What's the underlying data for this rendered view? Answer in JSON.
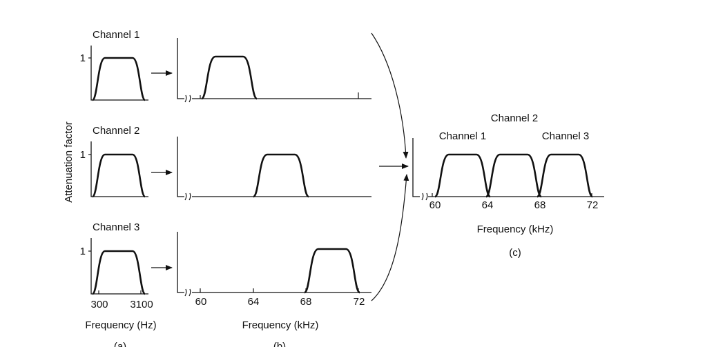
{
  "colors": {
    "ink": "#111111",
    "background": "#ffffff"
  },
  "y_axis_label": "Attenuation factor",
  "unit_level": "1",
  "panel_a": {
    "channels": [
      "Channel 1",
      "Channel 2",
      "Channel 3"
    ],
    "tick_low": "300",
    "tick_high": "3100",
    "xlabel": "Frequency (Hz)",
    "caption": "(a)"
  },
  "panel_b": {
    "ticks": [
      "60",
      "64",
      "68",
      "72"
    ],
    "xlabel": "Frequency (kHz)",
    "caption": "(b)",
    "bands_khz": [
      [
        60,
        64
      ],
      [
        64,
        68
      ],
      [
        68,
        72
      ]
    ]
  },
  "panel_c": {
    "labels": [
      "Channel 1",
      "Channel 2",
      "Channel 3"
    ],
    "ticks": [
      "60",
      "64",
      "68",
      "72"
    ],
    "xlabel": "Frequency (kHz)",
    "caption": "(c)",
    "bands_khz": [
      [
        60,
        64
      ],
      [
        64,
        68
      ],
      [
        68,
        72
      ]
    ]
  }
}
